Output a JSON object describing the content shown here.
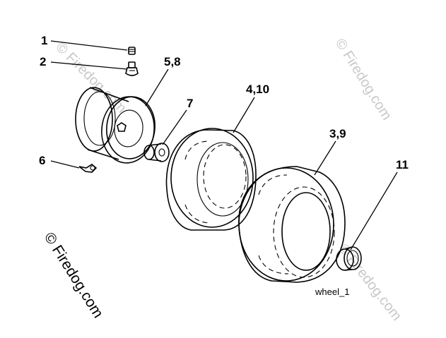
{
  "diagram": {
    "caption": "wheel_1",
    "watermarks": [
      {
        "text": "© Firedog.com"
      },
      {
        "text": "© Firedog.com"
      },
      {
        "text": "© Firedog.com"
      },
      {
        "text": "© Firedog.com"
      }
    ],
    "callouts": [
      {
        "label": "1"
      },
      {
        "label": "2"
      },
      {
        "label": "5,8"
      },
      {
        "label": "7"
      },
      {
        "label": "4,10"
      },
      {
        "label": "3,9"
      },
      {
        "label": "6"
      },
      {
        "label": "11"
      }
    ]
  },
  "colors": {
    "ink": "#000000",
    "watermark": "#c8c8c8",
    "background": "#ffffff"
  }
}
